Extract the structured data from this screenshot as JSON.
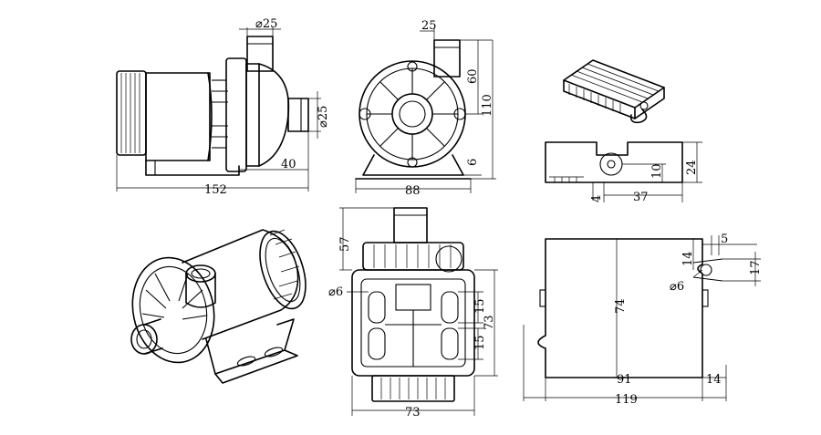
{
  "side_view": {
    "inlet_diameter": "⌀25",
    "outlet_diameter": "⌀25",
    "outlet_length": "40",
    "overall_length": "152"
  },
  "front_view": {
    "inlet_offset": "25",
    "outlet_height": "60",
    "overall_height": "110",
    "base_height": "6",
    "base_width": "88"
  },
  "controller_view": {
    "height": "24",
    "hole_height": "10",
    "base_offset": "4",
    "hole_span": "37"
  },
  "iso_view": {},
  "bottom_view": {
    "inlet_height": "57",
    "hole_diameter": "⌀6",
    "slot_upper": "15",
    "slot_lower": "15",
    "mount_height": "73",
    "mount_width": "73"
  },
  "bracket_view": {
    "slot_width": "5",
    "slot_top": "14",
    "slot_height": "17",
    "hole_diameter": "⌀6",
    "height": "74",
    "base_length": "91",
    "tab_length": "14",
    "overall_length": "119"
  }
}
